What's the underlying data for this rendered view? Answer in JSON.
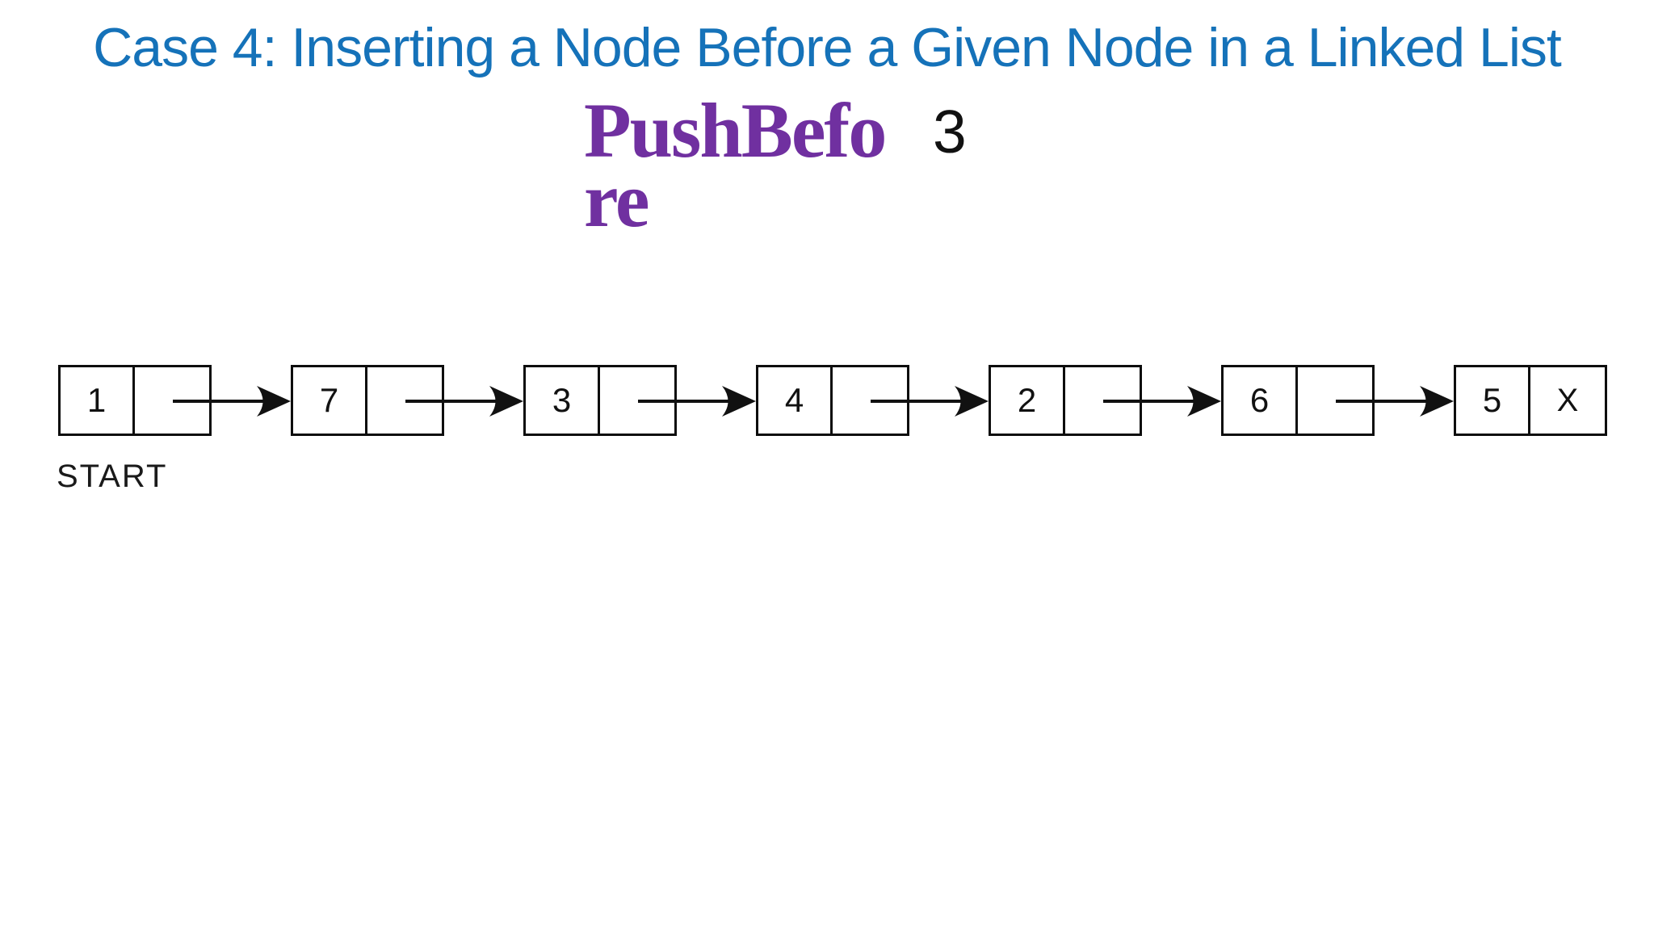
{
  "colors": {
    "title_blue": "#1572B9",
    "function_purple": "#7030A0",
    "ink_black": "#111111"
  },
  "title": {
    "text": "Case 4: Inserting a Node Before a Given Node in a Linked List"
  },
  "function_call": {
    "name": "PushBefore",
    "name_lines": [
      "PushBefo",
      "re"
    ],
    "argument": "3"
  },
  "diagram": {
    "start_label": "START",
    "null_marker": "X",
    "nodes": [
      {
        "value": "1",
        "pointer": ""
      },
      {
        "value": "7",
        "pointer": ""
      },
      {
        "value": "3",
        "pointer": ""
      },
      {
        "value": "4",
        "pointer": ""
      },
      {
        "value": "2",
        "pointer": ""
      },
      {
        "value": "6",
        "pointer": ""
      },
      {
        "value": "5",
        "pointer": "X"
      }
    ]
  }
}
